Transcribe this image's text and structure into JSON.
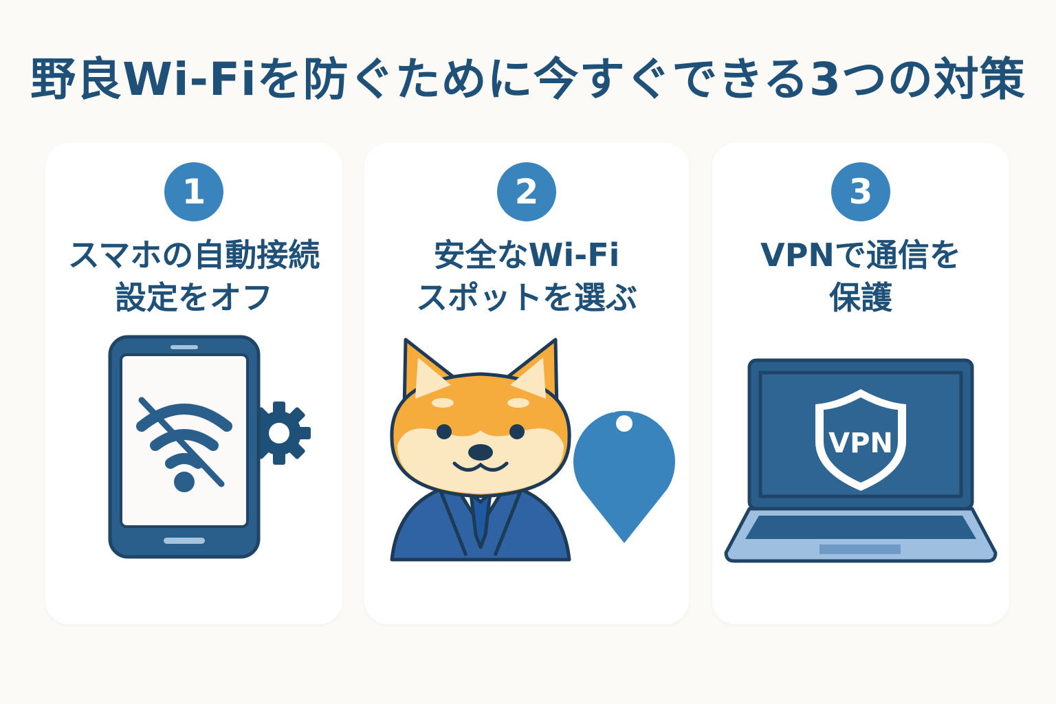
{
  "title": "野良Wi-Fiを防ぐために今すぐできる3つの対策",
  "steps": [
    {
      "number": "1",
      "title_line1": "スマホの自動接続",
      "title_line2": "設定をオフ",
      "illustration": "smartphone-wifi-off-with-gear-icon"
    },
    {
      "number": "2",
      "title_line1": "安全なWi-Fi",
      "title_line2": "スポットを選ぶ",
      "illustration": "shiba-dog-in-suit-with-wifi-location-pin-icon"
    },
    {
      "number": "3",
      "title_line1": "VPNで通信を",
      "title_line2": "保護",
      "illustration": "laptop-with-vpn-shield-icon",
      "shield_label": "VPN"
    }
  ],
  "colors": {
    "navy": "#1f5077",
    "accent_blue": "#3a84bd",
    "dog_orange": "#f5ac3c",
    "dog_cream": "#fbe7c0",
    "suit_blue": "#2f63a3",
    "background": "#fbfaf7"
  }
}
